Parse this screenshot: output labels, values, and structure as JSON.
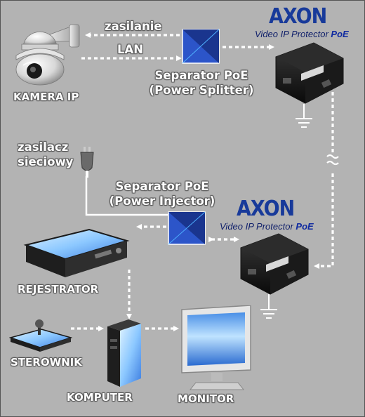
{
  "labels": {
    "zasilanie": "zasilanie",
    "lan": "LAN",
    "splitter_line1": "Separator PoE",
    "splitter_line2": "(Power Splitter)",
    "camera": "KAMERA IP",
    "adapter_line1": "zasilacz",
    "adapter_line2": "sieciowy",
    "injector_line1": "Separator PoE",
    "injector_line2": "(Power Injector)",
    "recorder": "REJESTRATOR",
    "controller": "STEROWNIK",
    "computer": "KOMPUTER",
    "monitor": "MONITOR"
  },
  "brand": {
    "name": "AXON",
    "product": "Video IP Protector",
    "product_suffix": "PoE"
  },
  "icons": [
    "ptz-camera-icon",
    "poe-splitter-icon",
    "poe-protector-icon",
    "ground-icon",
    "power-adapter-icon",
    "poe-injector-icon",
    "dvr-recorder-icon",
    "joystick-controller-icon",
    "pc-tower-icon",
    "monitor-icon"
  ],
  "colors": {
    "brand_blue": "#183a9a",
    "line_white": "#ffffff",
    "label_shadow": "#555555"
  }
}
